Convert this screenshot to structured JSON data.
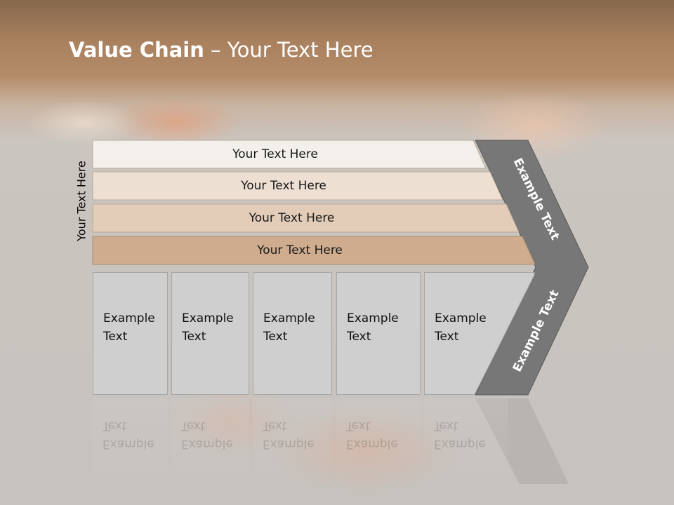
{
  "slide": {
    "title_bold": "Value Chain",
    "title_rest": " – Your Text Here",
    "side_label": "Your Text Here"
  },
  "bars": [
    {
      "label": "Your Text Here",
      "fill": "#f3efeb"
    },
    {
      "label": "Your Text Here",
      "fill": "#ede0d3"
    },
    {
      "label": "Your Text Here",
      "fill": "#e3cdb9"
    },
    {
      "label": "Your Text Here",
      "fill": "#cfac8e"
    }
  ],
  "boxes": [
    {
      "line1": "Example",
      "line2": "Text"
    },
    {
      "line1": "Example",
      "line2": "Text"
    },
    {
      "line1": "Example",
      "line2": "Text"
    },
    {
      "line1": "Example",
      "line2": "Text"
    },
    {
      "line1": "Example",
      "line2": "Text"
    }
  ],
  "chevron": {
    "upper_label": "Example Text",
    "lower_label": "Example Text",
    "fill": "#777777"
  }
}
